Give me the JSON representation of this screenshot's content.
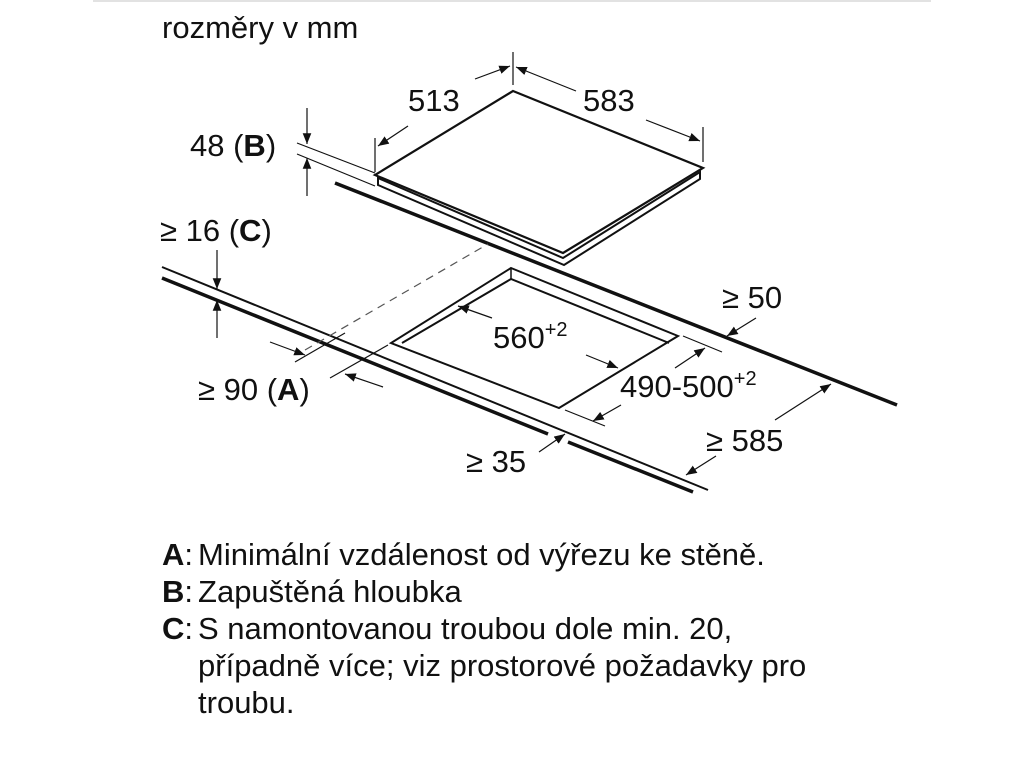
{
  "title": "rozměry v mm",
  "diagram": {
    "hob_width": "583",
    "hob_depth": "513",
    "depth_B": "48",
    "depth_B_key": "B",
    "gap_C": "≥ 16",
    "gap_C_key": "C",
    "dist_A": "≥ 90",
    "dist_A_key": "A",
    "cutout_width": "560",
    "cutout_width_tol": "+2",
    "cutout_depth": "490-500",
    "cutout_depth_tol": "+2",
    "back_min": "≥ 50",
    "counter_depth_min": "≥ 585",
    "front_min": "≥ 35"
  },
  "legend": [
    {
      "key": "A",
      "text": "Minimální vzdálenost od výřezu ke stěně."
    },
    {
      "key": "B",
      "text": "Zapuštěná hloubka"
    },
    {
      "key": "C",
      "text": "S namontovanou troubou dole min. 20, případně více; viz prostorové požadavky pro troubu."
    }
  ],
  "colors": {
    "line": "#111111",
    "background": "#ffffff",
    "top_rule": "#e2e2e2"
  }
}
